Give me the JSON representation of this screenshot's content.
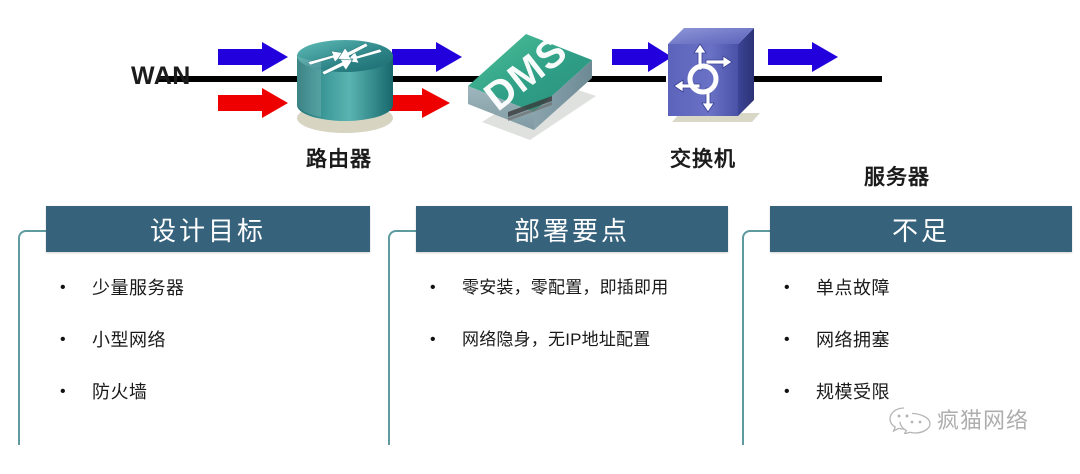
{
  "topology": {
    "wan_label": "WAN",
    "devices": [
      {
        "name": "router",
        "label": "路由器"
      },
      {
        "name": "dms-appliance",
        "label": "DMS"
      },
      {
        "name": "switch",
        "label": "交换机"
      },
      {
        "name": "server",
        "label": "服务器"
      }
    ],
    "dms_text": "DMS",
    "router_label": "路由器",
    "switch_label": "交换机",
    "server_label": "服务器",
    "colors": {
      "arrow_downstream": "#2200dd",
      "arrow_upstream": "#ee0000",
      "link_line": "#000000",
      "router_body": "#2e8b8b",
      "dms_top": "#3fae8f",
      "switch_body": "#6169c0"
    }
  },
  "panels": [
    {
      "title": "设计目标",
      "bullets": [
        "少量服务器",
        "小型网络",
        "防火墙"
      ]
    },
    {
      "title": "部署要点",
      "bullets": [
        "零安装，零配置，即插即用",
        "网络隐身，无IP地址配置"
      ]
    },
    {
      "title": "不足",
      "bullets": [
        "单点故障",
        "网络拥塞",
        "规模受限"
      ]
    }
  ],
  "bullet_marker": "•",
  "watermark": {
    "text": "疯猫网络"
  },
  "theme": {
    "header_bg": "#36627c",
    "bracket": "#5e9a9e",
    "page_bg": "#ffffff"
  }
}
